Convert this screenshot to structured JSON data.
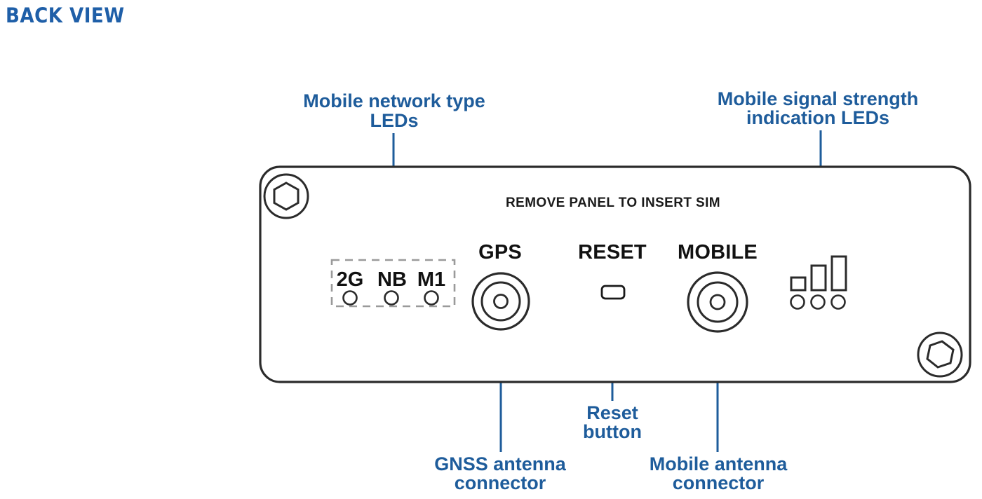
{
  "title": "BACK VIEW",
  "colors": {
    "accent_blue": "#1E5C9B",
    "title_blue": "#1F5FA8",
    "outline_dark": "#2b2b2b",
    "dashed_gray": "#9a9a9a",
    "background": "#ffffff"
  },
  "callouts": {
    "network_type_leds": {
      "line1": "Mobile network type",
      "line2": "LEDs"
    },
    "signal_strength_leds": {
      "line1": "Mobile signal strength",
      "line2": "indication LEDs"
    },
    "gnss_connector": {
      "line1": "GNSS  antenna",
      "line2": "connector"
    },
    "reset_button": {
      "line1": "Reset",
      "line2": "button"
    },
    "mobile_connector": {
      "line1": "Mobile antenna",
      "line2": "connector"
    }
  },
  "panel": {
    "caption": "REMOVE PANEL TO INSERT SIM",
    "network_leds": {
      "labels": [
        "2G",
        "NB",
        "M1"
      ]
    },
    "ports": {
      "gps_label": "GPS",
      "reset_label": "RESET",
      "mobile_label": "MOBILE"
    },
    "signal_leds": {
      "bar_count": 3,
      "led_count": 3
    },
    "screws": 2
  }
}
